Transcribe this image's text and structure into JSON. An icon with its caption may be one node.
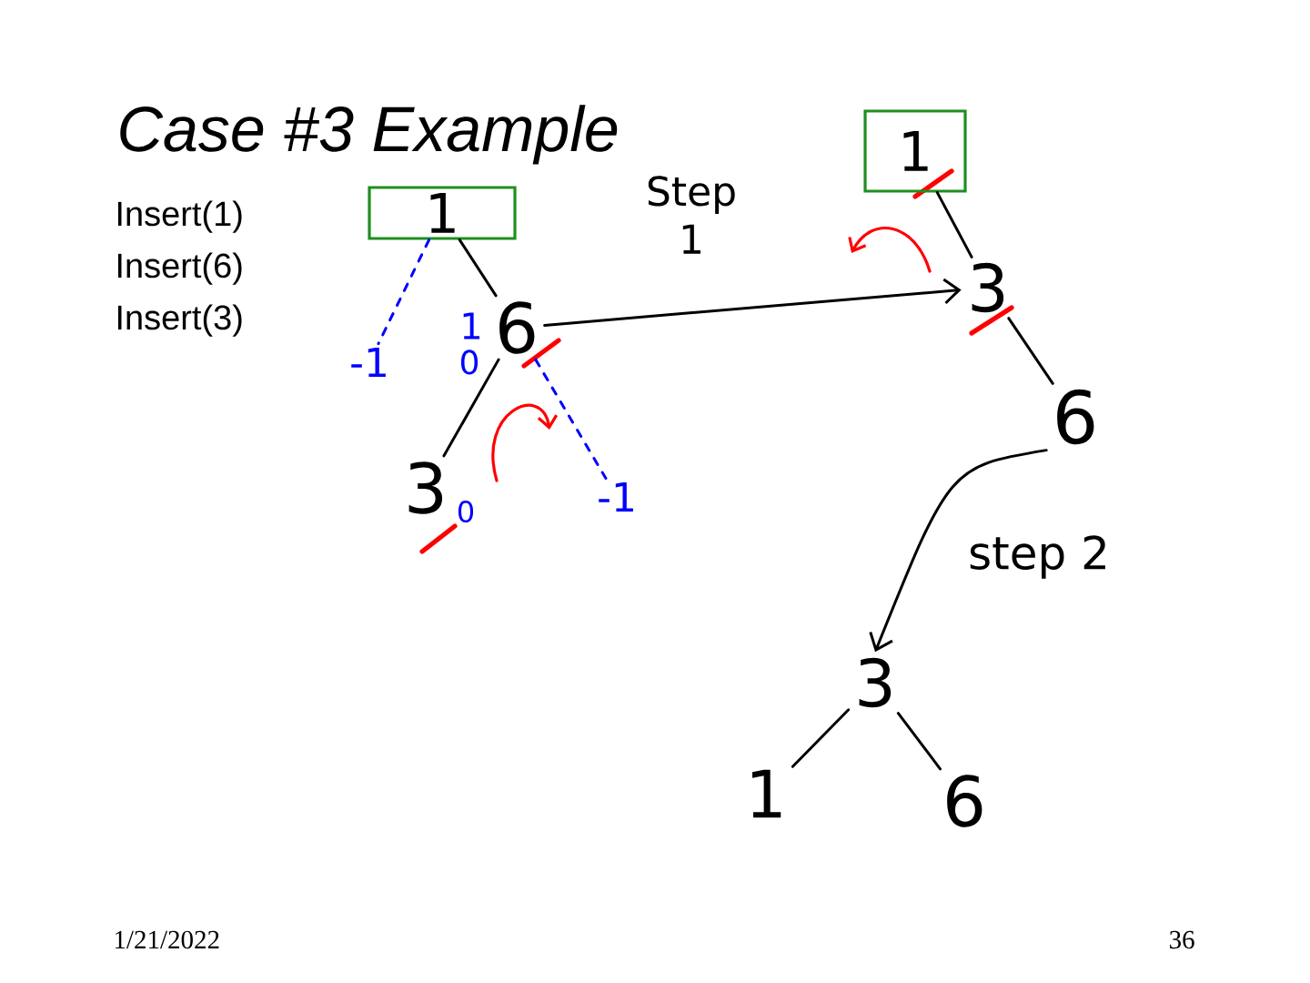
{
  "diagram": {
    "title": "Case #3 Example",
    "nodes": [
      {
        "text": [
          "1"
        ]
      },
      {
        "text": [
          "6"
        ],
        "beside": [
          "1",
          "0"
        ]
      },
      {
        "text": [
          "3"
        ],
        "beside": [
          "0"
        ]
      },
      {
        "text": [
          "-1"
        ]
      },
      {
        "text": [
          "-1"
        ]
      },
      {
        "text": [
          "1"
        ]
      },
      {
        "text": [
          "3"
        ]
      },
      {
        "text": [
          "6"
        ]
      },
      {
        "text": [
          "3"
        ]
      },
      {
        "text": [
          "1"
        ]
      },
      {
        "text": [
          "6"
        ]
      }
    ],
    "edges": [
      {
        "from": 0,
        "to": 1,
        "arrow": "none"
      },
      {
        "from": 1,
        "to": 2,
        "arrow": "none"
      },
      {
        "from": 0,
        "to": 3,
        "arrow": "none",
        "style": "dashed",
        "color": "#0000ff"
      },
      {
        "from": 1,
        "to": 4,
        "arrow": "none",
        "style": "dashed",
        "color": "#0000ff"
      },
      {
        "from": 1,
        "to": 6,
        "arrow": "to",
        "label": "Step 1"
      },
      {
        "from": 5,
        "to": 6,
        "arrow": "none"
      },
      {
        "from": 6,
        "to": 7,
        "arrow": "none"
      },
      {
        "from": 7,
        "to": 8,
        "arrow": "to",
        "label": "step 2"
      },
      {
        "from": 8,
        "to": 9,
        "arrow": "none"
      },
      {
        "from": 8,
        "to": 10,
        "arrow": "none"
      }
    ],
    "labels": [
      "Insert(1)",
      "Insert(6)",
      "Insert(3)",
      "1/21/2022",
      "36"
    ]
  }
}
